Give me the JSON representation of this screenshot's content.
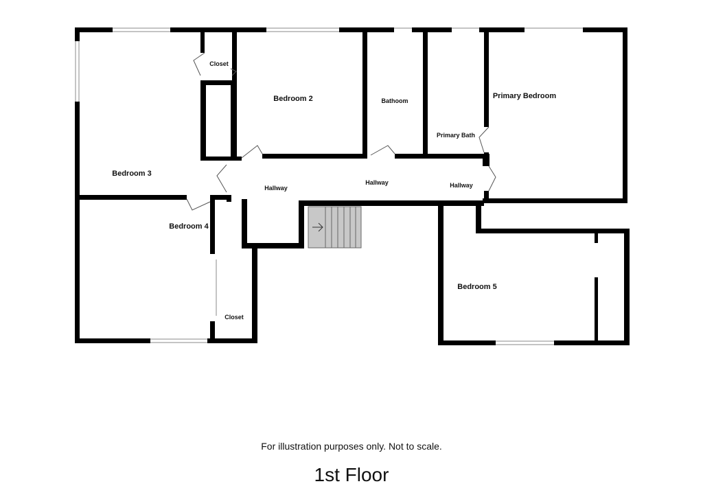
{
  "rooms": {
    "closet_top": "Closet",
    "bedroom2": "Bedroom 2",
    "bathroom": "Bathoom",
    "primary_bedroom": "Primary Bedroom",
    "primary_bath": "Primary Bath",
    "bedroom3": "Bedroom 3",
    "hallway_left": "Hallway",
    "hallway_mid": "Hallway",
    "hallway_right": "Hallway",
    "bedroom4": "Bedroom 4",
    "closet_bottom": "Closet",
    "bedroom5": "Bedroom 5"
  },
  "note": "For illustration purposes only. Not to scale.",
  "floor_title": "1st Floor"
}
